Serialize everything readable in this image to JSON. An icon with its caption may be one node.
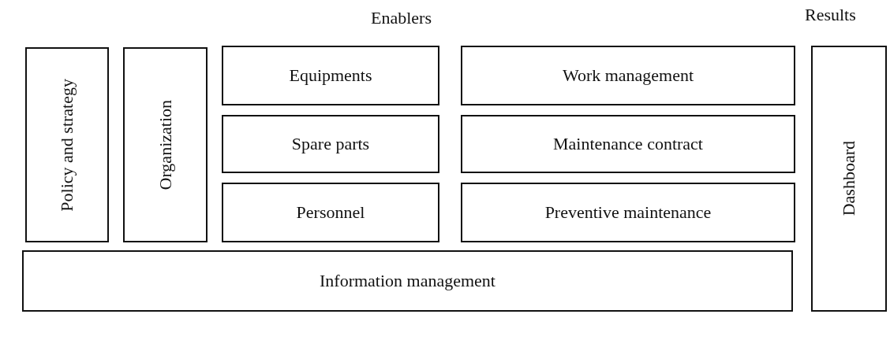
{
  "diagram": {
    "nodes": [
      {
        "text": [
          "Policy and strategy"
        ]
      },
      {
        "text": [
          "Organization"
        ]
      },
      {
        "text": [
          "Equipments"
        ]
      },
      {
        "text": [
          "Spare parts"
        ]
      },
      {
        "text": [
          "Personnel"
        ]
      },
      {
        "text": [
          "Work management"
        ]
      },
      {
        "text": [
          "Maintenance contract"
        ]
      },
      {
        "text": [
          "Preventive maintenance"
        ]
      },
      {
        "text": [
          "Information management"
        ]
      },
      {
        "text": [
          "Dashboard"
        ]
      }
    ],
    "labels": [
      "Enablers",
      "Results"
    ]
  }
}
